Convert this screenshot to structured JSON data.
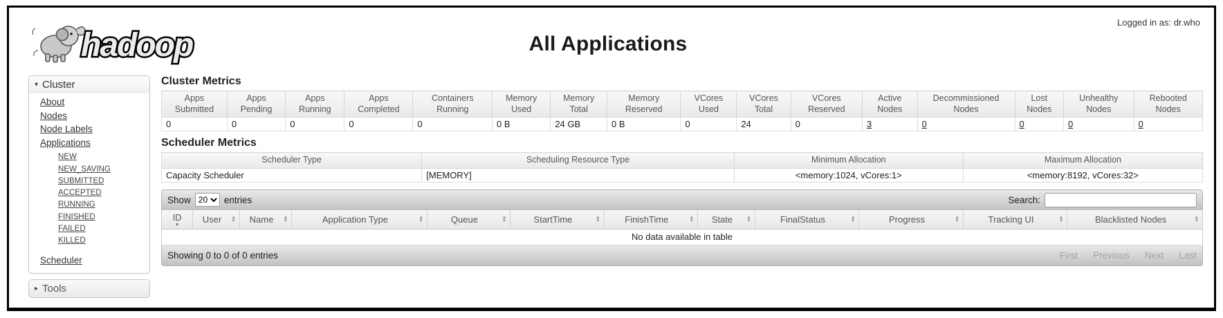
{
  "header": {
    "logo_text": "hadoop",
    "title": "All Applications",
    "logged_in_label": "Logged in as: dr.who"
  },
  "sidebar": {
    "cluster_section_label": "Cluster",
    "cluster_links": [
      "About",
      "Nodes",
      "Node Labels",
      "Applications"
    ],
    "app_state_links": [
      "NEW",
      "NEW_SAVING",
      "SUBMITTED",
      "ACCEPTED",
      "RUNNING",
      "FINISHED",
      "FAILED",
      "KILLED"
    ],
    "scheduler_link": "Scheduler",
    "tools_section_label": "Tools"
  },
  "cluster_metrics": {
    "heading": "Cluster Metrics",
    "cells": [
      {
        "label": "Apps Submitted",
        "value": "0"
      },
      {
        "label": "Apps Pending",
        "value": "0"
      },
      {
        "label": "Apps Running",
        "value": "0"
      },
      {
        "label": "Apps Completed",
        "value": "0"
      },
      {
        "label": "Containers Running",
        "value": "0"
      },
      {
        "label": "Memory Used",
        "value": "0 B"
      },
      {
        "label": "Memory Total",
        "value": "24 GB"
      },
      {
        "label": "Memory Reserved",
        "value": "0 B"
      },
      {
        "label": "VCores Used",
        "value": "0"
      },
      {
        "label": "VCores Total",
        "value": "24"
      },
      {
        "label": "VCores Reserved",
        "value": "0"
      },
      {
        "label": "Active Nodes",
        "value": "3",
        "cls": "lnk"
      },
      {
        "label": "Decommissioned Nodes",
        "value": "0",
        "cls": "lnk"
      },
      {
        "label": "Lost Nodes",
        "value": "0",
        "cls": "lnk"
      },
      {
        "label": "Unhealthy Nodes",
        "value": "0",
        "cls": "lnk"
      },
      {
        "label": "Rebooted Nodes",
        "value": "0",
        "cls": "lnk"
      }
    ]
  },
  "scheduler_metrics": {
    "heading": "Scheduler Metrics",
    "cells": [
      {
        "label": "Scheduler Type",
        "value": "Capacity Scheduler"
      },
      {
        "label": "Scheduling Resource Type",
        "value": "[MEMORY]"
      },
      {
        "label": "Minimum Allocation",
        "value": "<memory:1024, vCores:1>",
        "cls": "ctr"
      },
      {
        "label": "Maximum Allocation",
        "value": "<memory:8192, vCores:32>",
        "cls": "ctr"
      }
    ]
  },
  "apps_table": {
    "show_label": "Show",
    "page_size": "20",
    "entries_label": "entries",
    "search_label": "Search:",
    "columns": [
      {
        "label": "ID",
        "cls": "sorted"
      },
      {
        "label": "User"
      },
      {
        "label": "Name"
      },
      {
        "label": "Application Type"
      },
      {
        "label": "Queue"
      },
      {
        "label": "StartTime"
      },
      {
        "label": "FinishTime"
      },
      {
        "label": "State"
      },
      {
        "label": "FinalStatus"
      },
      {
        "label": "Progress"
      },
      {
        "label": "Tracking UI"
      },
      {
        "label": "Blacklisted Nodes"
      }
    ],
    "empty_text": "No data available in table",
    "footer_status": "Showing 0 to 0 of 0 entries",
    "pagination": [
      "First",
      "Previous",
      "Next",
      "Last"
    ]
  },
  "colors": {
    "link": "#333333",
    "table_header_text": "#555555",
    "toolbar_gradient_top": "#e9e9e9",
    "toolbar_gradient_bottom": "#c2c2c2"
  }
}
